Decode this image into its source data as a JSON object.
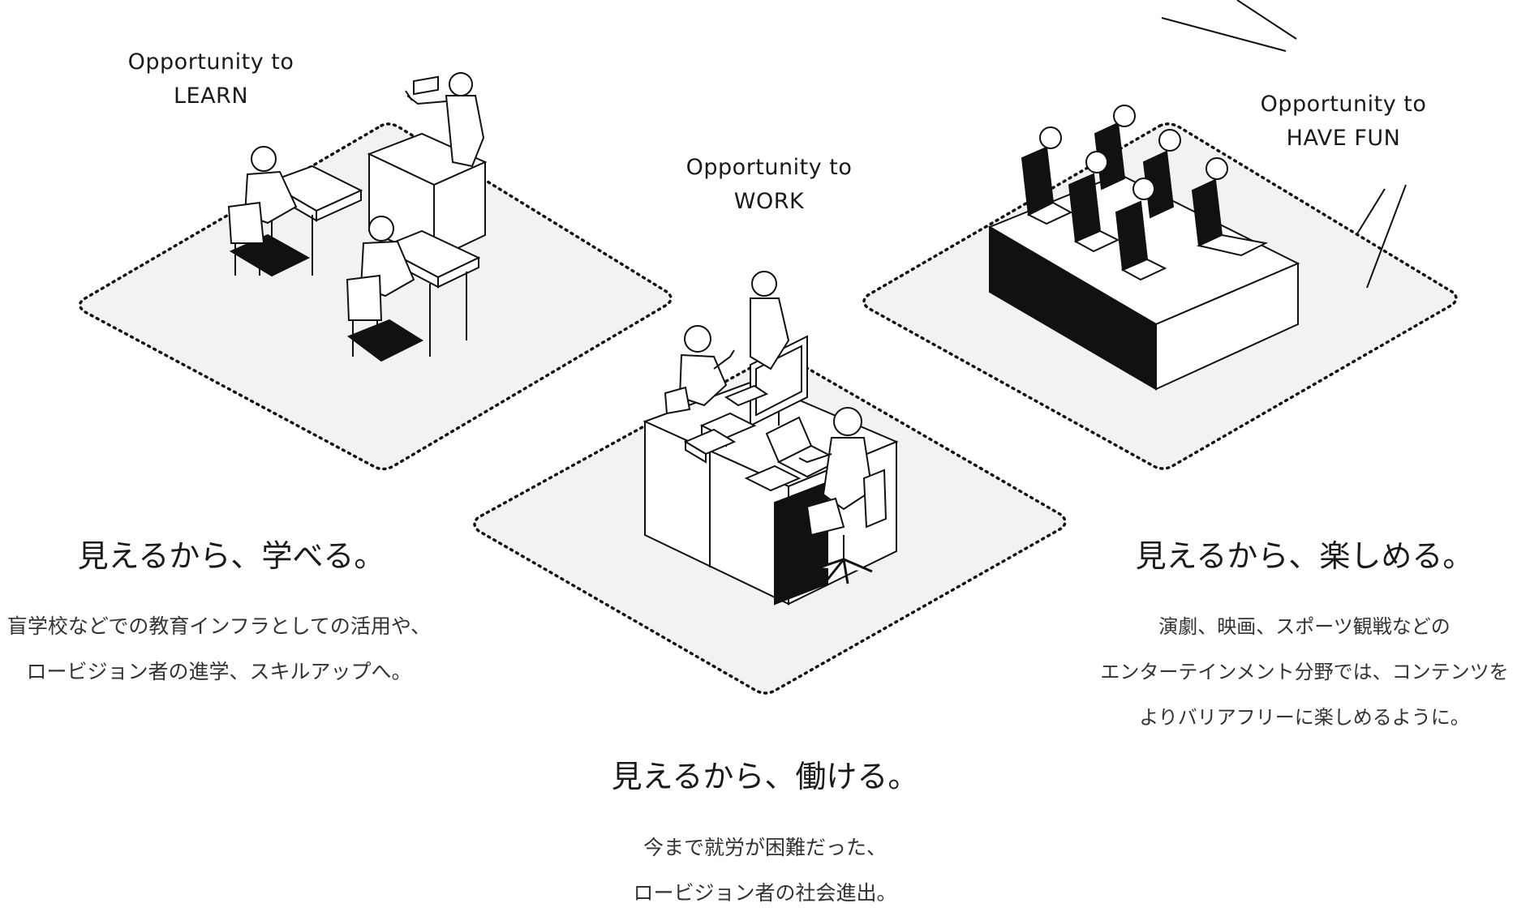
{
  "colors": {
    "zone_fill": "#f2f2f2",
    "line": "#111111",
    "text": "#1a1a1a",
    "body_text": "#333333"
  },
  "sections": {
    "learn": {
      "tag_line1": "Opportunity to",
      "tag_line2": "LEARN",
      "heading": "見えるから、学べる。",
      "desc_line1": "盲学校などでの教育インフラとしての活用や、",
      "desc_line2": "ロービジョン者の進学、スキルアップへ。"
    },
    "work": {
      "tag_line1": "Opportunity to",
      "tag_line2": "WORK",
      "heading": "見えるから、働ける。",
      "desc_line1": "今まで就労が困難だった、",
      "desc_line2": "ロービジョン者の社会進出。"
    },
    "fun": {
      "tag_line1": "Opportunity to",
      "tag_line2": "HAVE FUN",
      "heading": "見えるから、楽しめる。",
      "desc_line1": "演劇、映画、スポーツ観戦などの",
      "desc_line2": "エンターテインメント分野では、コンテンツを",
      "desc_line3": "よりバリアフリーに楽しめるように。"
    }
  }
}
